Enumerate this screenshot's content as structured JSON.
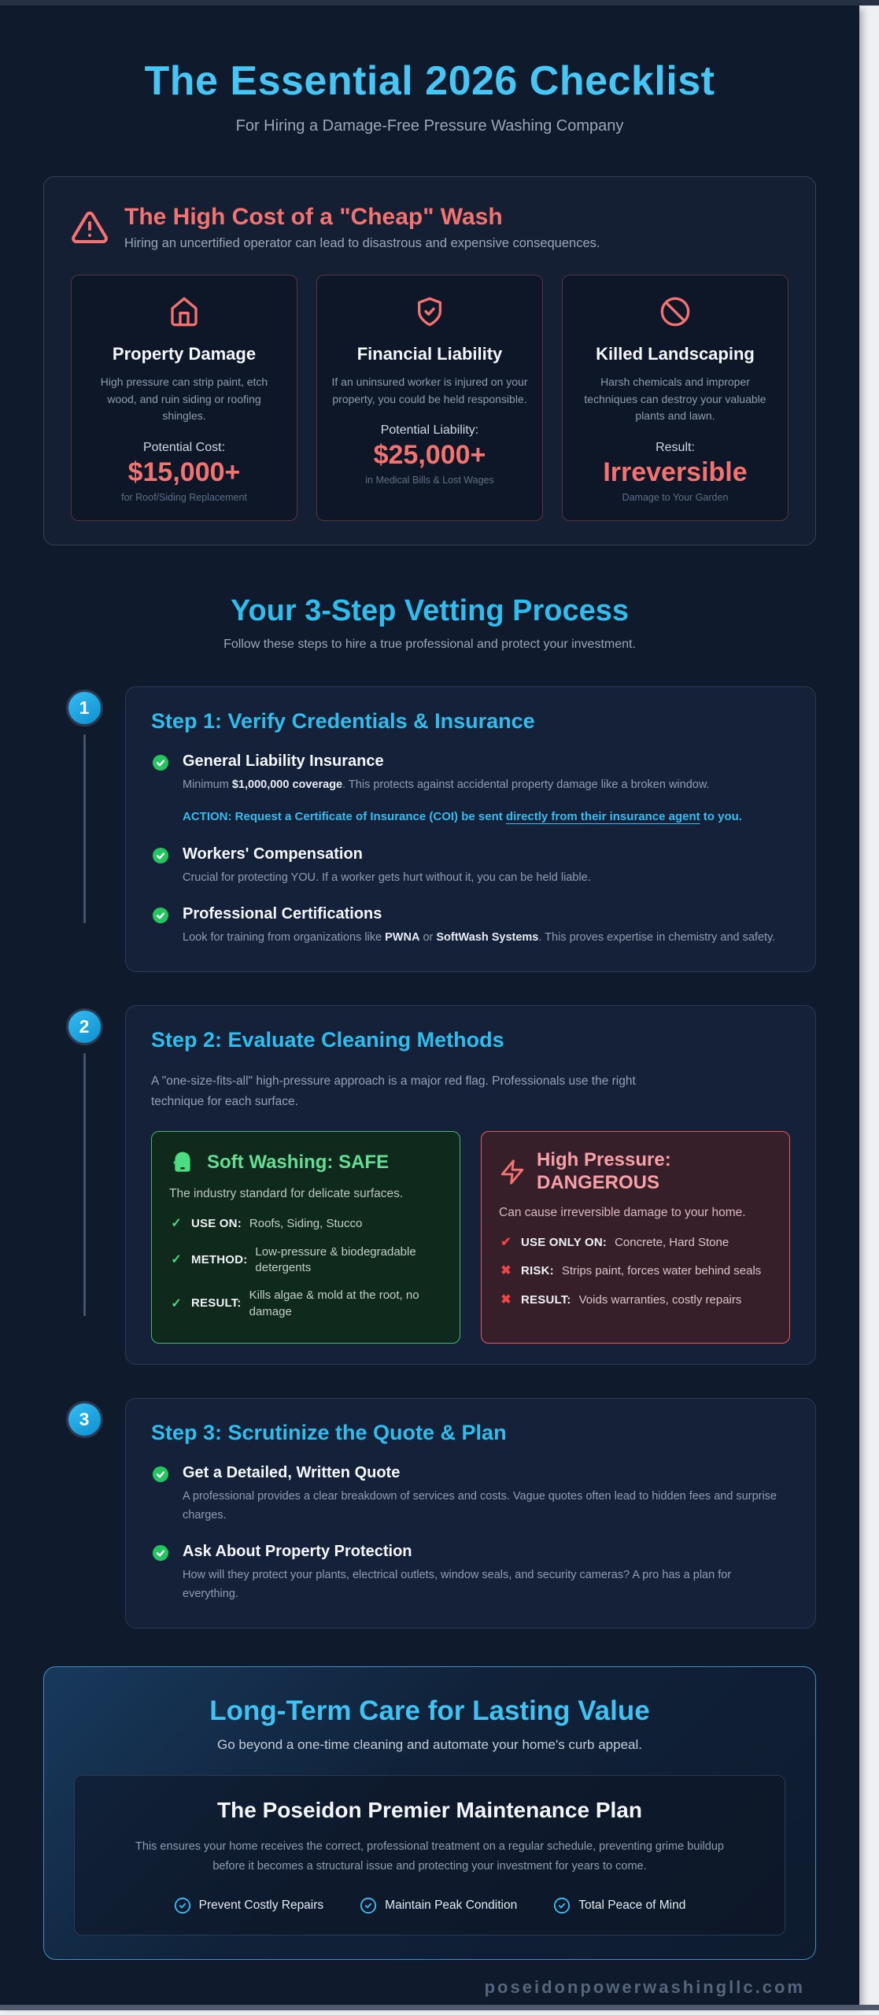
{
  "page": {
    "title": "The Essential 2026 Checklist",
    "subtitle": "For Hiring a Damage-Free Pressure Washing Company",
    "footer": "poseidonpowerwashingllc.com"
  },
  "warning": {
    "title": "The High Cost of a \"Cheap\" Wash",
    "subtitle": "Hiring an uncertified operator can lead to disastrous and expensive consequences.",
    "cards": [
      {
        "icon": "home-icon",
        "title": "Property Damage",
        "body": "High pressure can strip paint, etch wood, and ruin siding or roofing shingles.",
        "label": "Potential Cost:",
        "value": "$15,000+",
        "footnote": "for Roof/Siding Replacement"
      },
      {
        "icon": "shield-check-icon",
        "title": "Financial Liability",
        "body": "If an uninsured worker is injured on your property, you could be held responsible.",
        "label": "Potential Liability:",
        "value": "$25,000+",
        "footnote": "in Medical Bills & Lost Wages"
      },
      {
        "icon": "ban-icon",
        "title": "Killed Landscaping",
        "body": "Harsh chemicals and improper techniques can destroy your valuable plants and lawn.",
        "label": "Result:",
        "value": "Irreversible",
        "footnote": "Damage to Your Garden"
      }
    ]
  },
  "vetting": {
    "title": "Your 3-Step Vetting Process",
    "subtitle": "Follow these steps to hire a true professional and protect your investment."
  },
  "steps": [
    {
      "number": "1",
      "title": "Step 1: Verify Credentials & Insurance",
      "items": [
        {
          "title": "General Liability Insurance",
          "desc_prefix": "Minimum ",
          "desc_bold": "$1,000,000 coverage",
          "desc_suffix": ". This protects against accidental property damage like a broken window.",
          "action_prefix": "ACTION: Request a Certificate of Insurance (COI) be sent ",
          "action_underline": "directly from their insurance agent",
          "action_suffix": " to you."
        },
        {
          "title": "Workers' Compensation",
          "desc": "Crucial for protecting YOU. If a worker gets hurt without it, you can be held liable."
        },
        {
          "title": "Professional Certifications",
          "desc_prefix": "Look for training from organizations like ",
          "desc_bold": "PWNA",
          "desc_mid": " or ",
          "desc_bold2": "SoftWash Systems",
          "desc_suffix": ". This proves expertise in chemistry and safety."
        }
      ]
    },
    {
      "number": "2",
      "title": "Step 2: Evaluate Cleaning Methods",
      "intro": "A \"one-size-fits-all\" high-pressure approach is a major red flag. Professionals use the right technique for each surface.",
      "safe": {
        "title": "Soft Washing: SAFE",
        "subtitle": "The industry standard for delicate surfaces.",
        "rows": [
          {
            "mark": "✓",
            "label": "USE ON:",
            "text": "Roofs, Siding, Stucco"
          },
          {
            "mark": "✓",
            "label": "METHOD:",
            "text": "Low-pressure & biodegradable detergents"
          },
          {
            "mark": "✓",
            "label": "RESULT:",
            "text": "Kills algae & mold at the root, no damage"
          }
        ]
      },
      "danger": {
        "title": "High Pressure: DANGEROUS",
        "subtitle": "Can cause irreversible damage to your home.",
        "rows": [
          {
            "mark": "✔",
            "label": "USE ONLY ON:",
            "text": "Concrete, Hard Stone"
          },
          {
            "mark": "✖",
            "label": "RISK:",
            "text": "Strips paint, forces water behind seals"
          },
          {
            "mark": "✖",
            "label": "RESULT:",
            "text": "Voids warranties, costly repairs"
          }
        ]
      }
    },
    {
      "number": "3",
      "title": "Step 3: Scrutinize the Quote & Plan",
      "items": [
        {
          "title": "Get a Detailed, Written Quote",
          "desc": "A professional provides a clear breakdown of services and costs. Vague quotes often lead to hidden fees and surprise charges."
        },
        {
          "title": "Ask About Property Protection",
          "desc": "How will they protect your plants, electrical outlets, window seals, and security cameras? A pro has a plan for everything."
        }
      ]
    }
  ],
  "cta": {
    "title": "Long-Term Care for Lasting Value",
    "subtitle": "Go beyond a one-time cleaning and automate your home's curb appeal.",
    "plan_title": "The Poseidon Premier Maintenance Plan",
    "plan_desc": "This ensures your home receives the correct, professional treatment on a regular schedule, preventing grime buildup before it becomes a structural issue and protecting your investment for years to come.",
    "benefits": [
      "Prevent Costly Repairs",
      "Maintain Peak Condition",
      "Total Peace of Mind"
    ]
  },
  "colors": {
    "accent_cyan": "#38bdf8",
    "danger_red": "#f4726f",
    "success_green": "#4ade80",
    "page_bg": "#101a2d"
  }
}
